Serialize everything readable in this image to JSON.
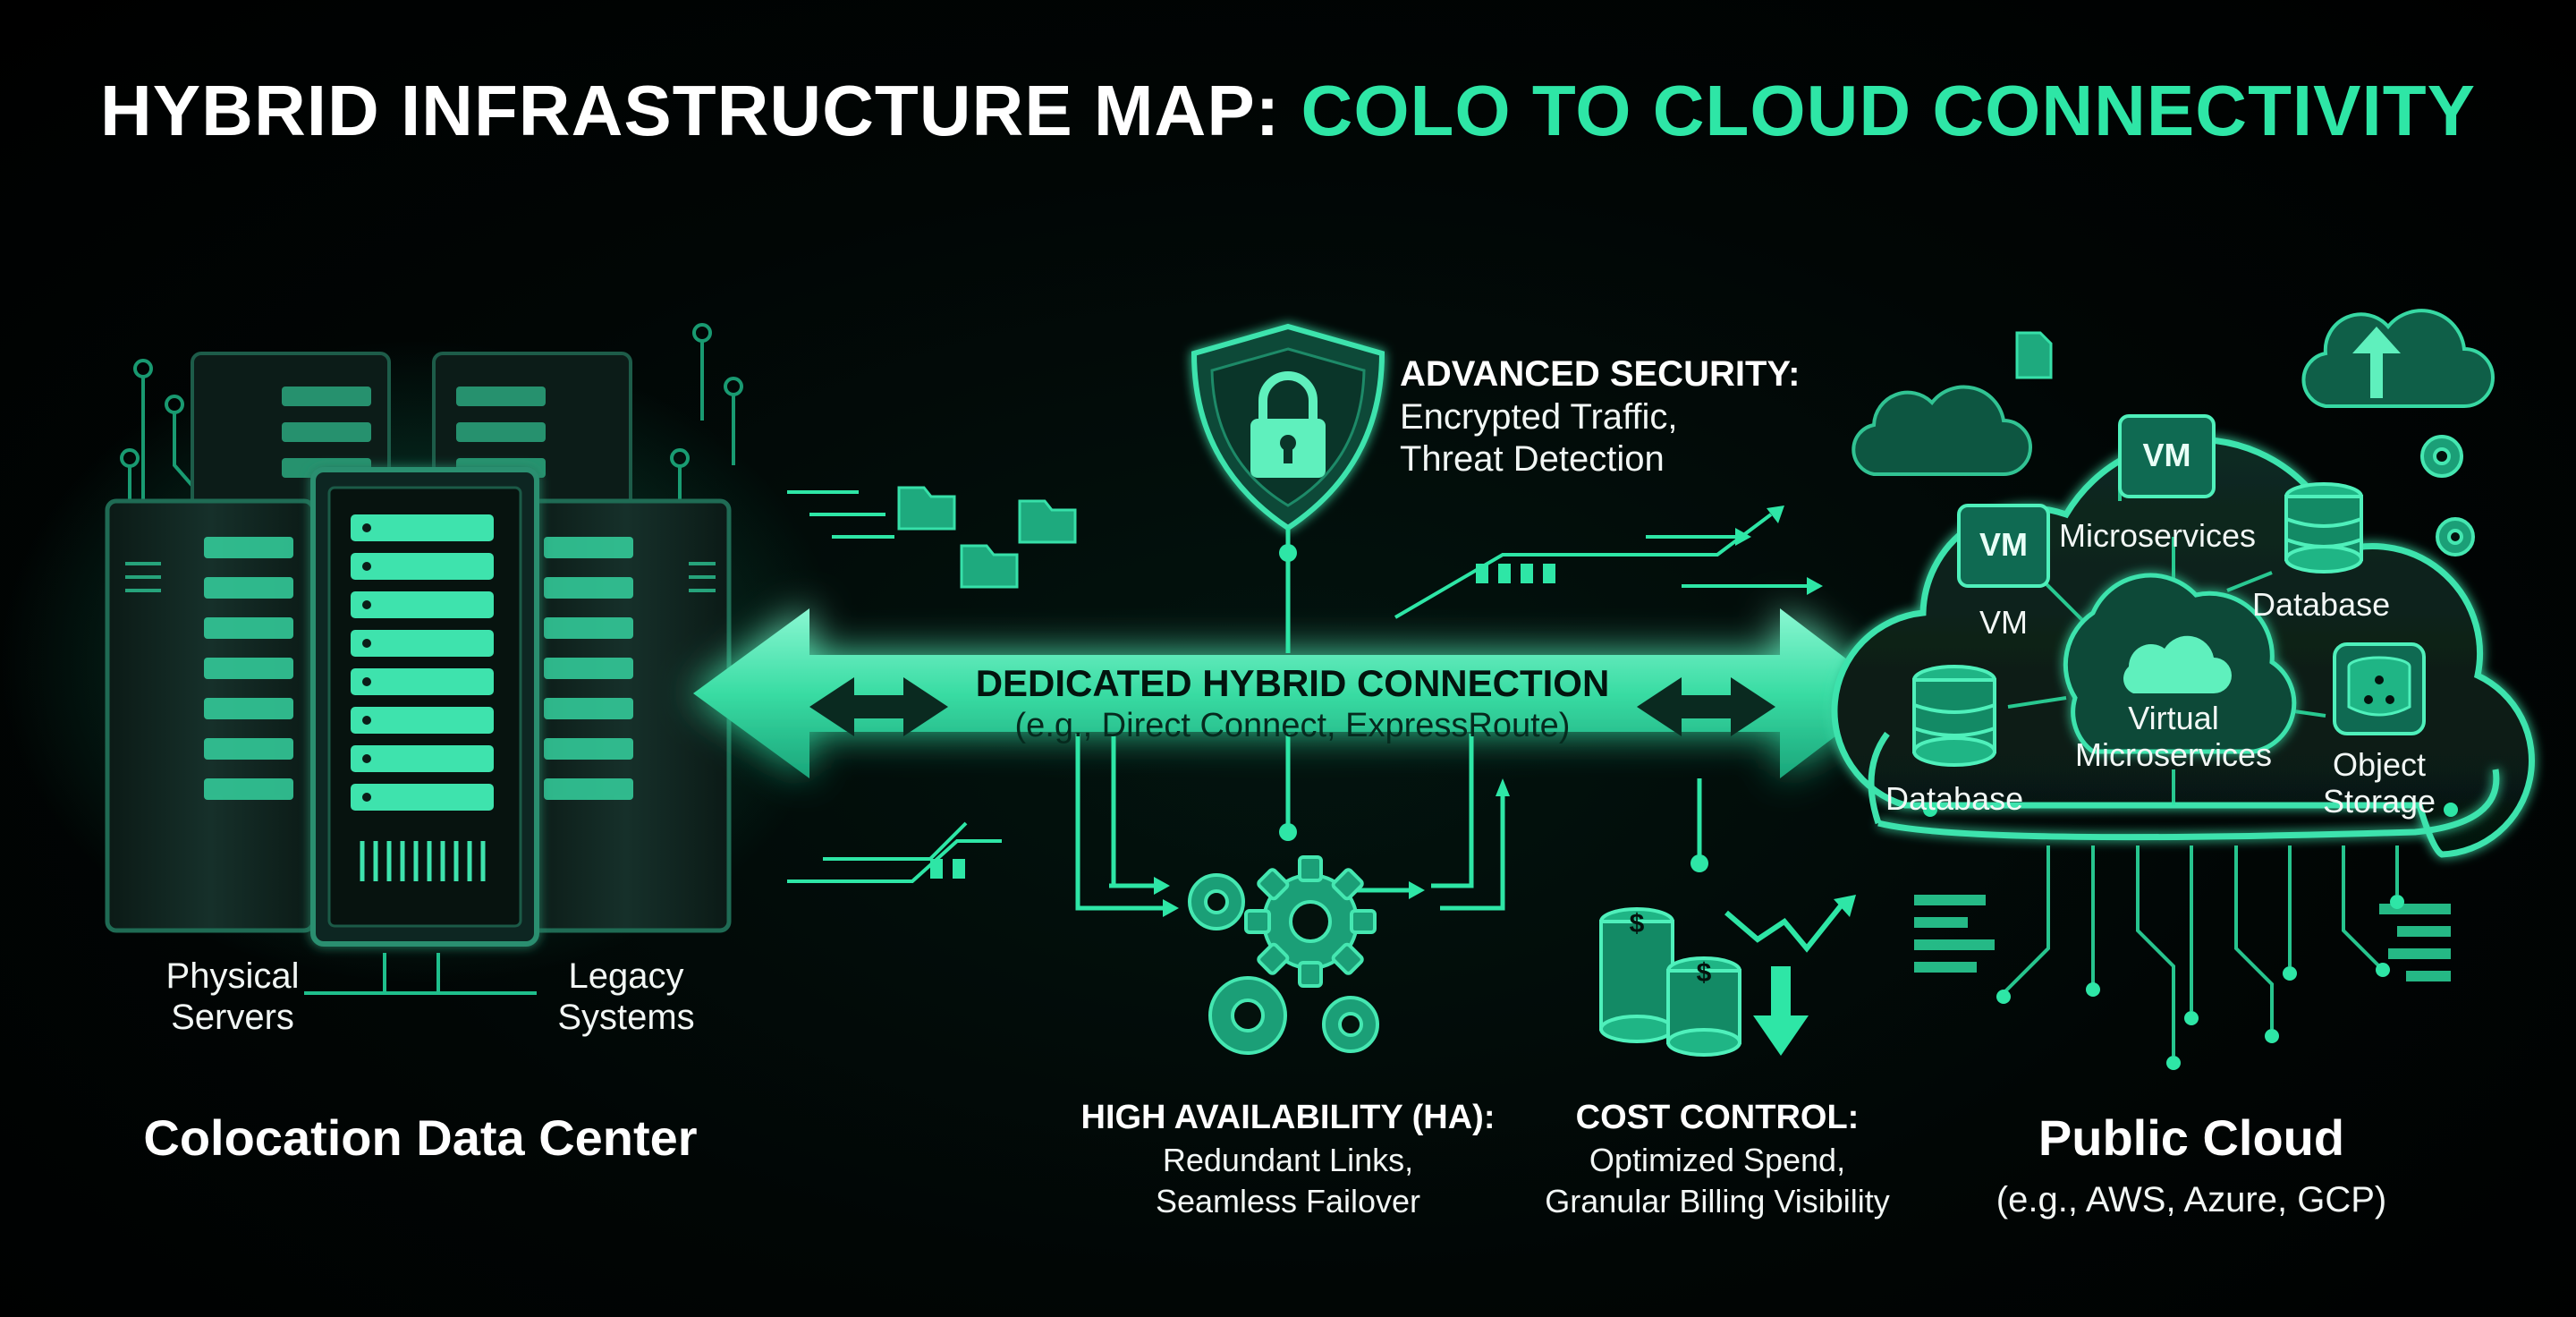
{
  "title": {
    "main": "HYBRID INFRASTRUCTURE MAP: ",
    "accent": "COLO TO CLOUD CONNECTIVITY"
  },
  "colors": {
    "accent": "#2ee6a6",
    "accent_dark": "#0f6a52",
    "background": "#000000",
    "text": "#ffffff"
  },
  "colo": {
    "heading": "Colocation Data Center",
    "physical_servers": [
      "Physical",
      "Servers"
    ],
    "legacy_systems": [
      "Legacy",
      "Systems"
    ]
  },
  "connection": {
    "heading": "DEDICATED HYBRID CONNECTION",
    "sub": "(e.g., Direct Connect, ExpressRoute)"
  },
  "security": {
    "heading": "ADVANCED SECURITY:",
    "lines": [
      "Encrypted Traffic,",
      "Threat Detection"
    ]
  },
  "ha": {
    "heading": "HIGH AVAILABILITY (HA):",
    "lines": [
      "Redundant Links,",
      "Seamless Failover"
    ]
  },
  "cost": {
    "heading": "COST CONTROL:",
    "lines": [
      "Optimized Spend,",
      "Granular Billing Visibility"
    ]
  },
  "cloud": {
    "heading": "Public Cloud",
    "sub": "(e.g., AWS, Azure, GCP)",
    "vm_badge": "VM",
    "vm_label": "VM",
    "microservices_label": "Microservices",
    "database_top": "Database",
    "database_left": "Database",
    "virtual_microservices": [
      "Virtual",
      "Microservices"
    ],
    "object_storage": [
      "Object",
      "Storage"
    ]
  },
  "icons": {
    "cost": "dollar-icon",
    "security": "padlock-icon",
    "ha": "gear-icon",
    "cloud_upload": "cloud-upload-icon",
    "trend": "trend-down-icon"
  }
}
